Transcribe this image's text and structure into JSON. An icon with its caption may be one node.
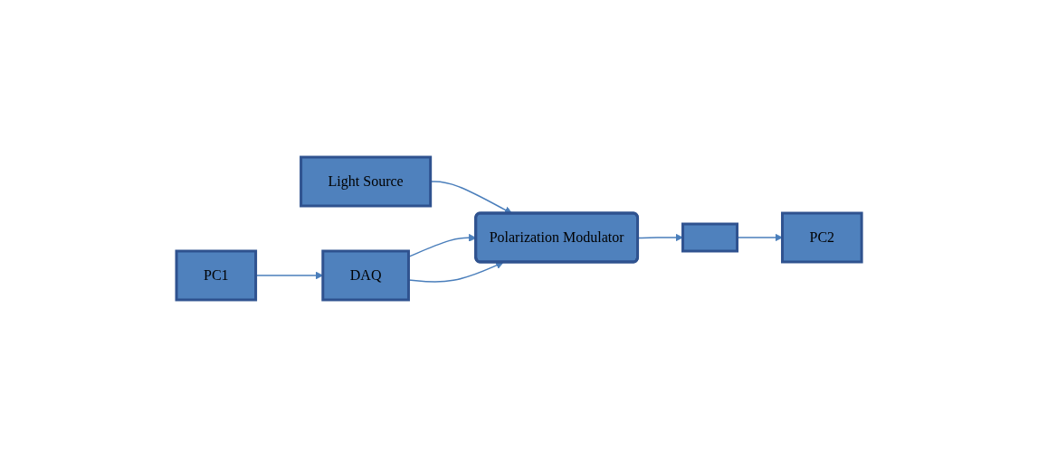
{
  "diagram": {
    "nodes": [
      {
        "text": [
          "Light Source"
        ]
      },
      {
        "text": [
          "Polarization Modulator"
        ]
      },
      {
        "text": [],
        "shape": "box"
      },
      {
        "text": [
          "PC2"
        ]
      },
      {
        "text": [
          "DAQ"
        ]
      },
      {
        "text": [
          "PC1"
        ]
      }
    ],
    "edges": [
      {
        "from": 0,
        "to": 1,
        "arrow": "to"
      },
      {
        "from": 1,
        "to": 2,
        "arrow": "to"
      },
      {
        "from": 2,
        "to": 3,
        "arrow": "to"
      },
      {
        "from": 4,
        "to": 1,
        "arrow": "to"
      },
      {
        "from": 4,
        "to": 1,
        "arrow": "to"
      },
      {
        "from": 5,
        "to": 4,
        "arrow": "to"
      }
    ]
  }
}
